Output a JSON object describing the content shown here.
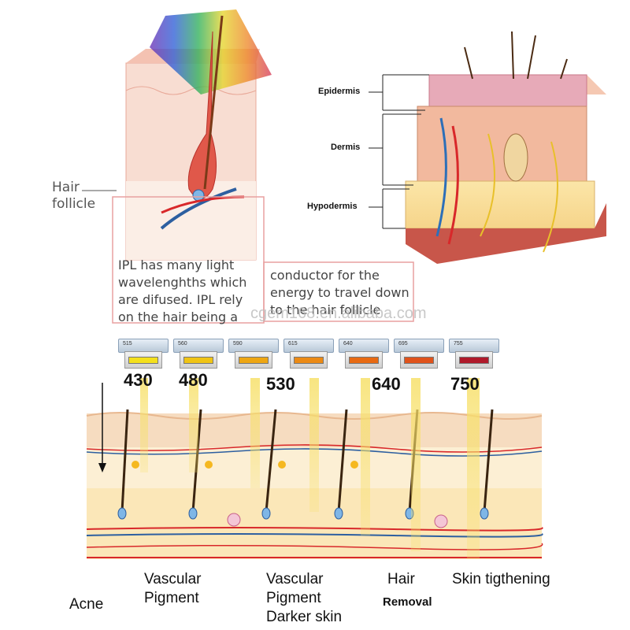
{
  "hair_diagram": {
    "label": "Hair follicle",
    "ipl_text": "IPL has many light wavelenghths which are difused.  IPL rely on the hair being a",
    "ipl_text_continued": "conductor for the energy to travel down to the hair follicle"
  },
  "skin_layers": [
    "Epidermis",
    "Dermis",
    "Hypodermis"
  ],
  "watermark": "cgem168.en.alibaba.com",
  "filters": [
    {
      "code": "515",
      "color": "#f4e01c"
    },
    {
      "code": "560",
      "color": "#f0c414"
    },
    {
      "code": "590",
      "color": "#eea612"
    },
    {
      "code": "615",
      "color": "#ec8a14"
    },
    {
      "code": "640",
      "color": "#e86a12"
    },
    {
      "code": "695",
      "color": "#e0521a"
    },
    {
      "code": "755",
      "color": "#b01a2a"
    }
  ],
  "wavelengths": [
    "430",
    "480",
    "530",
    "640",
    "750"
  ],
  "applications": [
    {
      "label": "Acne"
    },
    {
      "label": "Vascular Pigment"
    },
    {
      "label": "Vascular Pigment Darker skin"
    },
    {
      "label": "Hair",
      "label2": "Removal"
    },
    {
      "label": "Skin tigthening"
    }
  ]
}
